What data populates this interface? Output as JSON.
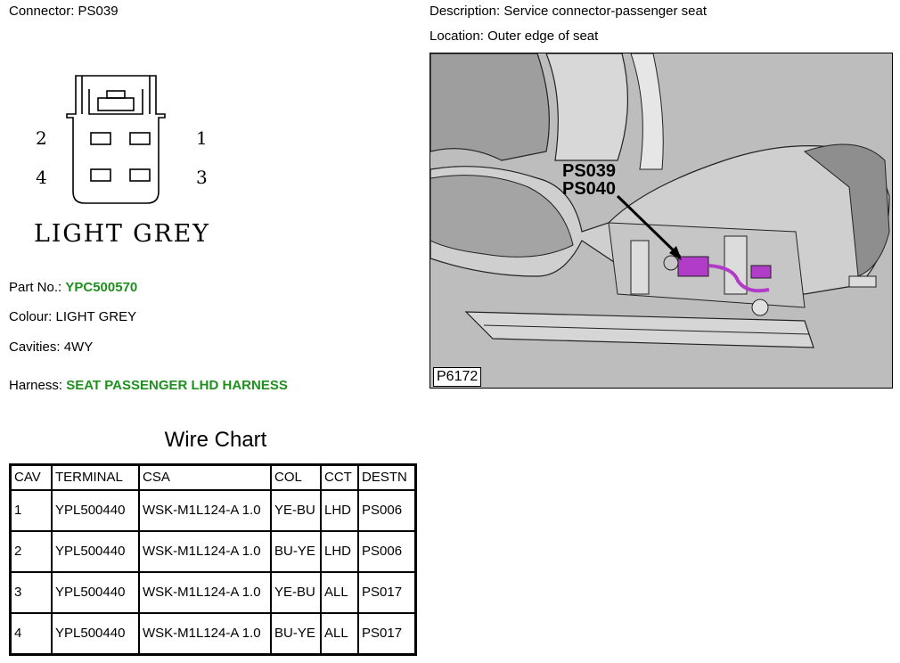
{
  "header": {
    "connector_label": "Connector:",
    "connector_value": "PS039",
    "description_label": "Description:",
    "description_value": "Service connector-passenger seat",
    "location_label": "Location:",
    "location_value": "Outer edge of seat"
  },
  "connector_diagram": {
    "pin_labels": [
      "2",
      "1",
      "4",
      "3"
    ],
    "color_label": "LIGHT GREY"
  },
  "details": {
    "part_no_label": "Part No.:",
    "part_no_value": "YPC500570",
    "colour_label": "Colour:",
    "colour_value": "LIGHT GREY",
    "cavities_label": "Cavities:",
    "cavities_value": "4WY",
    "harness_label": "Harness:",
    "harness_value": "SEAT PASSENGER LHD HARNESS"
  },
  "figure": {
    "callout_1": "PS039",
    "callout_2": "PS040",
    "figure_id": "P6172",
    "highlight_color": "#b03cc8"
  },
  "wire_chart": {
    "title": "Wire Chart",
    "headers": [
      "CAV",
      "TERMINAL",
      "CSA",
      "COL",
      "CCT",
      "DESTN"
    ],
    "rows": [
      [
        "1",
        "YPL500440",
        "WSK-M1L124-A 1.0",
        "YE-BU",
        "LHD",
        "PS006"
      ],
      [
        "2",
        "YPL500440",
        "WSK-M1L124-A 1.0",
        "BU-YE",
        "LHD",
        "PS006"
      ],
      [
        "3",
        "YPL500440",
        "WSK-M1L124-A 1.0",
        "YE-BU",
        "ALL",
        "PS017"
      ],
      [
        "4",
        "YPL500440",
        "WSK-M1L124-A 1.0",
        "BU-YE",
        "ALL",
        "PS017"
      ]
    ]
  },
  "colors": {
    "link_green": "#1f8f1f"
  }
}
